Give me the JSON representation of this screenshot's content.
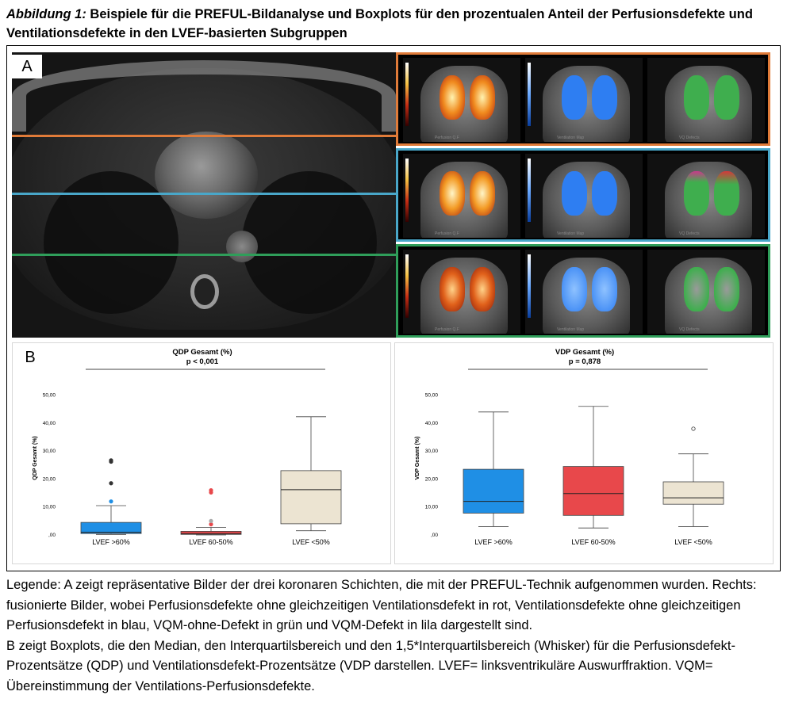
{
  "caption": {
    "lead": "Abbildung 1:",
    "text": " Beispiele für die PREFUL-Bildanalyse und Boxplots für den prozentualen Anteil der Perfusionsdefekte und Ventilationsdefekte in den LVEF-basierten Subgruppen"
  },
  "panel_a": {
    "label": "A",
    "row_colors": [
      "#e07b39",
      "#49a7c9",
      "#2f9e5a"
    ],
    "tile_labels": [
      "Perfusion Q.F",
      "Ventilation Map",
      "VQ Defects"
    ]
  },
  "panel_b": {
    "label": "B"
  },
  "chart_data": [
    {
      "type": "box",
      "title": "QDP Gesamt (%)",
      "subtitle": "p < 0,001",
      "ylabel": "QDP Gesamt (%)",
      "ylim": [
        0,
        55
      ],
      "yticks": [
        ",00",
        "10,00",
        "20,00",
        "30,00",
        "40,00",
        "50,00"
      ],
      "ytick_values": [
        0,
        10,
        20,
        30,
        40,
        50
      ],
      "categories": [
        "LVEF >60%",
        "LVEF 60-50%",
        "LVEF <50%"
      ],
      "colors": [
        "#1f8fe5",
        "#e8484b",
        "#ece4d2"
      ],
      "boxes": [
        {
          "min": 0.2,
          "q1": 0.5,
          "median": 1.0,
          "q3": 4.5,
          "max": 10.5,
          "outliers": [
            12.0,
            18.5,
            26.2,
            26.7
          ],
          "outlier_colors": [
            "#1f8fe5",
            "#333333",
            "#333333",
            "#333333"
          ]
        },
        {
          "min": 0.0,
          "q1": 0.2,
          "median": 0.5,
          "q3": 1.3,
          "max": 2.7,
          "outliers": [
            3.8,
            5.0,
            15.2,
            16.0
          ],
          "outlier_colors": [
            "#e8484b",
            "#aaaaaa",
            "#e8484b",
            "#e8484b"
          ]
        },
        {
          "min": 1.5,
          "q1": 4.0,
          "median": 16.2,
          "q3": 23.0,
          "max": 42.3,
          "outliers": [],
          "outlier_colors": []
        }
      ]
    },
    {
      "type": "box",
      "title": "VDP Gesamt (%)",
      "subtitle": "p = 0,878",
      "ylabel": "VDP Gesamt (%)",
      "ylim": [
        0,
        55
      ],
      "yticks": [
        ",00",
        "10,00",
        "20,00",
        "30,00",
        "40,00",
        "50,00"
      ],
      "ytick_values": [
        0,
        10,
        20,
        30,
        40,
        50
      ],
      "categories": [
        "LVEF >60%",
        "LVEF 60-50%",
        "LVEF <50%"
      ],
      "colors": [
        "#1f8fe5",
        "#e8484b",
        "#ece4d2"
      ],
      "boxes": [
        {
          "min": 3.0,
          "q1": 7.8,
          "median": 12.0,
          "q3": 23.5,
          "max": 44.0,
          "outliers": [],
          "outlier_colors": []
        },
        {
          "min": 2.5,
          "q1": 7.0,
          "median": 14.8,
          "q3": 24.5,
          "max": 46.0,
          "outliers": [],
          "outlier_colors": []
        },
        {
          "min": 3.0,
          "q1": 11.0,
          "median": 13.3,
          "q3": 19.0,
          "max": 29.0,
          "outliers": [
            38.0
          ],
          "outlier_colors": [
            "#ffffff"
          ]
        }
      ]
    }
  ],
  "legend": {
    "p1": "Legende: A zeigt repräsentative Bilder der drei koronaren Schichten, die mit der PREFUL-Technik aufgenommen wurden. Rechts: fusionierte Bilder, wobei Perfusionsdefekte ohne gleichzeitigen Ventilationsdefekt in rot, Ventilationsdefekte ohne gleichzeitigen Perfusionsdefekt in blau, VQM-ohne-Defekt in grün und VQM-Defekt in lila dargestellt sind.",
    "p2": "B zeigt Boxplots, die den Median, den Interquartilsbereich und den 1,5*Interquartilsbereich (Whisker) für die Perfusionsdefekt-Prozentsätze (QDP) und Ventilationsdefekt-Prozentsätze (VDP darstellen. LVEF= linksventrikuläre Auswurffraktion.  VQM= Übereinstimmung der Ventilations-Perfusionsdefekte."
  }
}
